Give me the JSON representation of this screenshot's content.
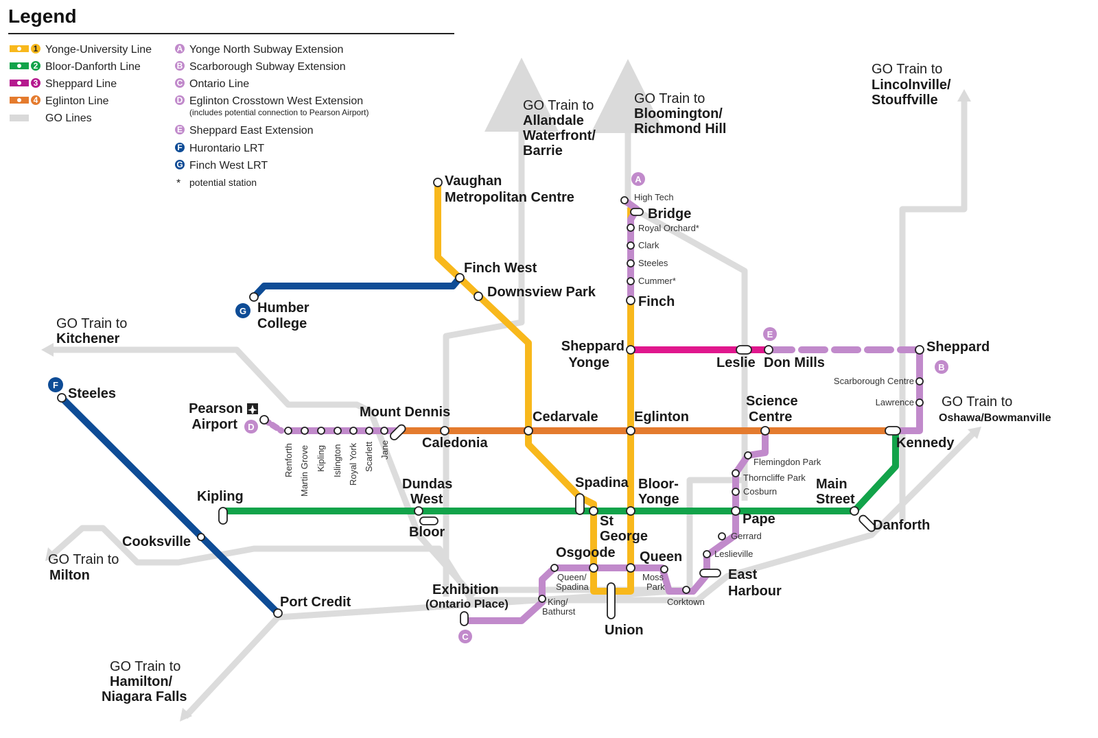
{
  "legend": {
    "title": "Legend",
    "lines": [
      {
        "number": "1",
        "label": "Yonge-University Line",
        "color": "#F8B81C"
      },
      {
        "number": "2",
        "label": "Bloor-Danforth Line",
        "color": "#12A34A"
      },
      {
        "number": "3",
        "label": "Sheppard Line",
        "color": "#B5198E"
      },
      {
        "number": "4",
        "label": "Eglinton Line",
        "color": "#E47B2E"
      },
      {
        "number": "",
        "label": "GO Lines",
        "color": "#D9D9D9"
      }
    ],
    "projects": [
      {
        "letter": "A",
        "label": "Yonge North Subway Extension",
        "color": "#C18ACB"
      },
      {
        "letter": "B",
        "label": "Scarborough Subway Extension",
        "color": "#C18ACB"
      },
      {
        "letter": "C",
        "label": "Ontario Line",
        "color": "#C18ACB"
      },
      {
        "letter": "D",
        "label": "Eglinton Crosstown West Extension",
        "color": "#C18ACB"
      },
      {
        "letter": "E",
        "label": "Sheppard East Extension",
        "color": "#C18ACB"
      },
      {
        "letter": "F",
        "label": "Hurontario LRT",
        "color": "#0E4C96"
      },
      {
        "letter": "G",
        "label": "Finch West LRT",
        "color": "#0E4C96"
      }
    ],
    "eglinton_note": "(includes potential connection to Pearson Airport)",
    "potential_symbol": "*",
    "potential_label": "potential station"
  },
  "go_destinations": {
    "barrie": {
      "prefix": "GO Train to",
      "lines": [
        "Allandale",
        "Waterfront/",
        "Barrie"
      ]
    },
    "richmond": {
      "prefix": "GO Train to",
      "lines": [
        "Bloomington/",
        "Richmond Hill"
      ]
    },
    "stouffville": {
      "prefix": "GO Train to",
      "lines": [
        "Lincolnville/",
        "Stouffville"
      ]
    },
    "kitchener": {
      "prefix": "GO Train to",
      "lines": [
        "Kitchener"
      ]
    },
    "oshawa": {
      "prefix": "GO Train to",
      "lines": [
        "Oshawa/Bowmanville"
      ]
    },
    "milton": {
      "prefix": "GO Train to",
      "lines": [
        "Milton"
      ]
    },
    "hamilton": {
      "prefix": "GO Train to",
      "lines": [
        "Hamilton/",
        "Niagara Falls"
      ]
    }
  },
  "stations": {
    "vaughan": [
      "Vaughan",
      "Metropolitan Centre"
    ],
    "finch_west": "Finch West",
    "downsview": "Downsview Park",
    "humber": [
      "Humber",
      "College"
    ],
    "high_tech": "High Tech",
    "bridge": "Bridge",
    "royal_orchard": "Royal Orchard*",
    "clark": "Clark",
    "steeles_yonge": "Steeles",
    "cummer": "Cummer*",
    "finch": "Finch",
    "sheppard_yonge": [
      "Sheppard",
      "Yonge"
    ],
    "leslie": "Leslie",
    "don_mills": "Don Mills",
    "sheppard_east": "Sheppard",
    "scarborough_centre": "Scarborough Centre",
    "lawrence": "Lawrence",
    "steeles_hurontario": "Steeles",
    "pearson": [
      "Pearson",
      "Airport"
    ],
    "mount_dennis": "Mount Dennis",
    "caledonia": "Caledonia",
    "cedarvale": "Cedarvale",
    "eglinton": "Eglinton",
    "science_centre": [
      "Science",
      "Centre"
    ],
    "kennedy": "Kennedy",
    "renforth": "Renforth",
    "martin_grove": "Martin Grove",
    "kipling_eg": "Kipling",
    "islington": "Islington",
    "royal_york": "Royal York",
    "scarlett": "Scarlett",
    "jane": "Jane",
    "kipling": "Kipling",
    "dundas_west": [
      "Dundas",
      "West"
    ],
    "bloor": "Bloor",
    "spadina": "Spadina",
    "st_george": [
      "St",
      "George"
    ],
    "bloor_yonge": [
      "Bloor-",
      "Yonge"
    ],
    "pape": "Pape",
    "main_street": [
      "Main",
      "Street"
    ],
    "danforth": "Danforth",
    "cooksville": "Cooksville",
    "port_credit": "Port Credit",
    "flemingdon": "Flemingdon Park",
    "thorncliffe": "Thorncliffe Park",
    "cosburn": "Cosburn",
    "gerrard": "Gerrard",
    "leslieville": "Leslieville",
    "east_harbour": [
      "East",
      "Harbour"
    ],
    "osgoode": "Osgoode",
    "queen": "Queen",
    "queen_spadina": [
      "Queen/",
      "Spadina"
    ],
    "king_bathurst": [
      "King/",
      "Bathurst"
    ],
    "moss_park": [
      "Moss",
      "Park"
    ],
    "corktown": "Corktown",
    "union": "Union",
    "exhibition": [
      "Exhibition",
      "(Ontario Place)"
    ]
  },
  "project_markers": {
    "a": "A",
    "b": "B",
    "c": "C",
    "d": "D",
    "e": "E",
    "f": "F",
    "g": "G"
  },
  "airport_icon": "airplane-icon"
}
